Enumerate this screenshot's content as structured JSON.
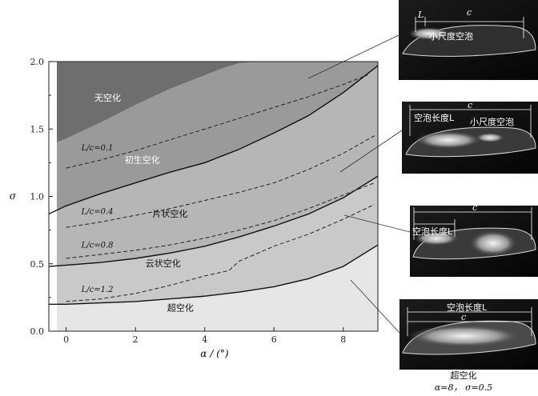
{
  "chart_data": {
    "type": "area",
    "xlabel": "α / (°)",
    "ylabel": "σ",
    "xlim": [
      -0.5,
      9
    ],
    "ylim": [
      0,
      2.0
    ],
    "x_ticks": [
      "0",
      "2",
      "4",
      "6",
      "8"
    ],
    "y_ticks": [
      "0.0",
      "0.5",
      "1.0",
      "1.5",
      "2.0"
    ],
    "grid": false,
    "regions": [
      {
        "label": "无空化",
        "color": "#6e6e6e"
      },
      {
        "label": "初生空化",
        "color": "#9a9a9a"
      },
      {
        "label": "片状空化",
        "color": "#b6b6b6"
      },
      {
        "label": "云状空化",
        "color": "#c9c9c9"
      },
      {
        "label": "超空化",
        "color": "#e6e6e6"
      }
    ],
    "boundaries": [
      {
        "name": "inception",
        "x": [
          -0.5,
          0,
          1,
          2,
          3,
          4,
          4.5,
          5,
          5.5
        ],
        "y": [
          1.38,
          1.43,
          1.55,
          1.68,
          1.8,
          1.9,
          1.95,
          1.99,
          2.0
        ]
      },
      {
        "name": "inception-sheet",
        "x": [
          -0.5,
          0,
          1,
          2,
          3,
          4,
          5,
          6,
          7,
          8,
          9
        ],
        "y": [
          0.87,
          0.93,
          1.02,
          1.1,
          1.18,
          1.25,
          1.35,
          1.47,
          1.6,
          1.77,
          1.97
        ]
      },
      {
        "name": "sheet-cloud",
        "x": [
          -0.5,
          0,
          1,
          2,
          3,
          4,
          5,
          6,
          7,
          8,
          9
        ],
        "y": [
          0.48,
          0.49,
          0.51,
          0.54,
          0.58,
          0.63,
          0.7,
          0.78,
          0.87,
          0.99,
          1.15
        ]
      },
      {
        "name": "cloud-super",
        "x": [
          -0.5,
          0,
          1,
          2,
          3,
          4,
          5,
          6,
          7,
          8,
          9
        ],
        "y": [
          0.2,
          0.2,
          0.21,
          0.22,
          0.24,
          0.26,
          0.29,
          0.33,
          0.39,
          0.48,
          0.64
        ]
      }
    ],
    "contours": [
      {
        "label": "L/c=0.1",
        "x": [
          0,
          1,
          2,
          3,
          4,
          5,
          6,
          7,
          8,
          8.7
        ],
        "y": [
          1.21,
          1.27,
          1.34,
          1.42,
          1.5,
          1.58,
          1.66,
          1.74,
          1.83,
          1.9
        ]
      },
      {
        "label": "L/c=0.4",
        "x": [
          0,
          1,
          2,
          3,
          4,
          5,
          6,
          7,
          8,
          8.9
        ],
        "y": [
          0.77,
          0.81,
          0.86,
          0.91,
          0.97,
          1.03,
          1.1,
          1.2,
          1.32,
          1.45
        ]
      },
      {
        "label": "L/c=0.8",
        "x": [
          0,
          1,
          2,
          3,
          4,
          5,
          6,
          7,
          8,
          8.9
        ],
        "y": [
          0.54,
          0.57,
          0.6,
          0.64,
          0.69,
          0.75,
          0.82,
          0.91,
          1.01,
          1.1
        ]
      },
      {
        "label": "L/c=1.2",
        "x": [
          0,
          1,
          2,
          3,
          4,
          4.7,
          5,
          6,
          7,
          8,
          8.9
        ],
        "y": [
          0.22,
          0.24,
          0.28,
          0.34,
          0.41,
          0.45,
          0.52,
          0.63,
          0.72,
          0.83,
          0.94
        ]
      }
    ]
  },
  "photos": [
    {
      "name": "inception-photo",
      "labels": [
        "L",
        "c",
        "小尺度空泡"
      ]
    },
    {
      "name": "sheet-photo",
      "labels": [
        "空泡长度L",
        "c",
        "小尺度空泡"
      ]
    },
    {
      "name": "cloud-photo",
      "labels": [
        "空泡长度L",
        "c"
      ]
    },
    {
      "name": "super-photo",
      "labels": [
        "空泡长度L",
        "c"
      ]
    }
  ],
  "caption": {
    "title": "超空化",
    "params": "α=8， σ=0.5"
  }
}
